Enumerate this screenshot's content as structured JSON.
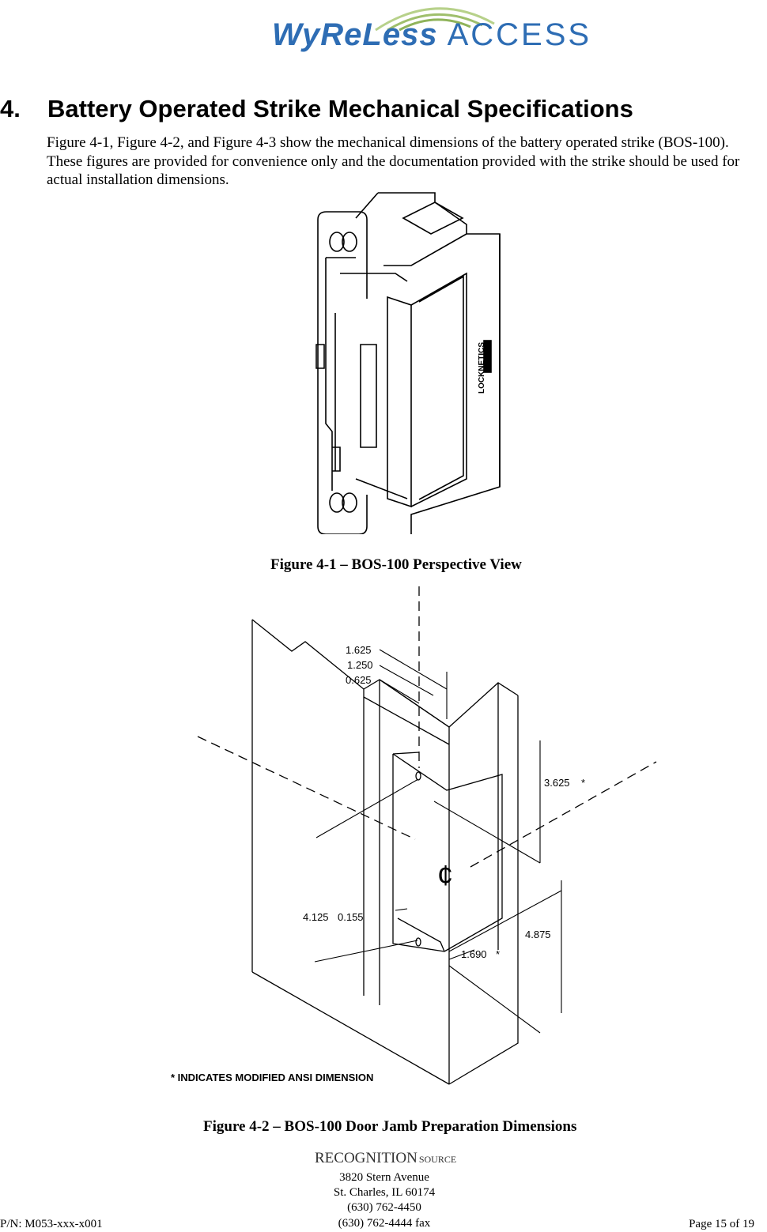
{
  "header": {
    "logo_strong": "WyReLess",
    "logo_light": "ACCESS",
    "brand_color": "#2e6db4"
  },
  "section": {
    "number": "4.",
    "title": "Battery Operated Strike Mechanical Specifications",
    "paragraph": "Figure 4-1, Figure 4-2, and Figure 4-3 show the mechanical dimensions of the battery operated strike (BOS-100).  These figures are provided for convenience only and the documentation provided with the strike should be used for actual installation dimensions."
  },
  "figure1": {
    "caption": "Figure 4-1 – BOS-100 Perspective View",
    "label": "LOCKNETICS"
  },
  "figure2": {
    "caption": "Figure 4-2 – BOS-100 Door Jamb Preparation Dimensions",
    "dims": {
      "d1": "1.625",
      "d2": "1.250",
      "d3": "0.625",
      "d4": "3.625",
      "d5": "4.125",
      "d6": "0.155",
      "d7": "4.875",
      "d8": "1.690",
      "star": "*",
      "note": "* INDICATES  MODIFIED  ANSI  DIMENSION"
    }
  },
  "footer": {
    "logo_main": "RECOGNITION",
    "logo_sub": "SOURCE",
    "address1": "3820 Stern Avenue",
    "address2": "St. Charles, IL 60174",
    "phone": "(630) 762-4450",
    "fax": "(630) 762-4444 fax",
    "part_number": "P/N: M053-xxx-x001",
    "page": "Page 15 of 19"
  }
}
